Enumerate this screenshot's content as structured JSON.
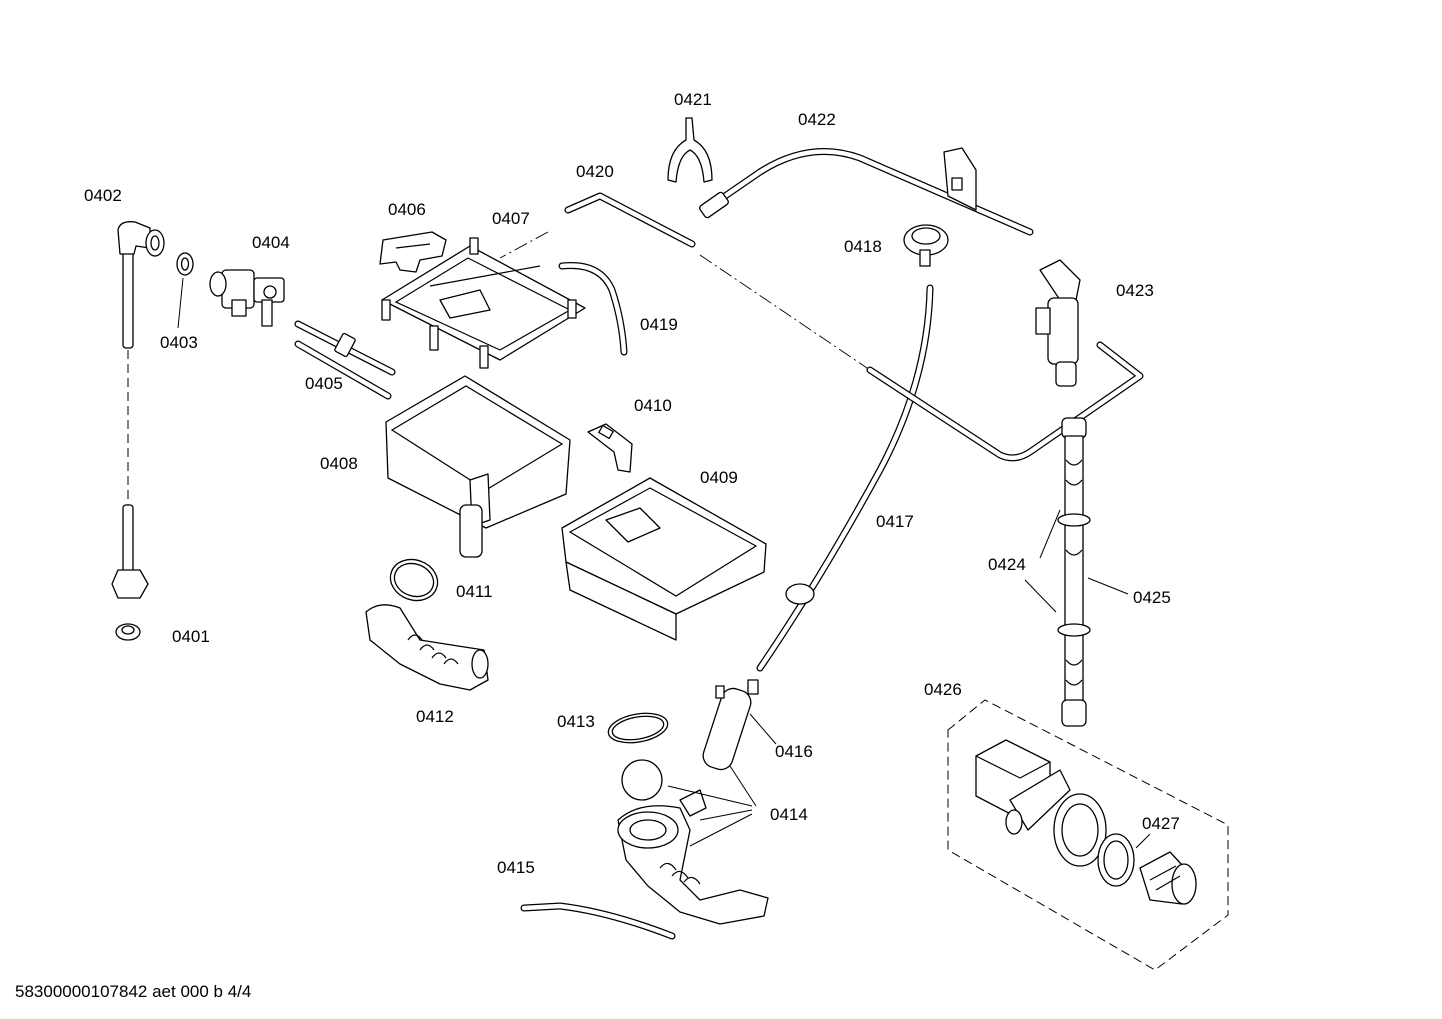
{
  "labels": {
    "p0401": "0401",
    "p0402": "0402",
    "p0403": "0403",
    "p0404": "0404",
    "p0405": "0405",
    "p0406": "0406",
    "p0407": "0407",
    "p0408": "0408",
    "p0409": "0409",
    "p0410": "0410",
    "p0411": "0411",
    "p0412": "0412",
    "p0413": "0413",
    "p0414": "0414",
    "p0415": "0415",
    "p0416": "0416",
    "p0417": "0417",
    "p0418": "0418",
    "p0419": "0419",
    "p0420": "0420",
    "p0421": "0421",
    "p0422": "0422",
    "p0423": "0423",
    "p0424": "0424",
    "p0425": "0425",
    "p0426": "0426",
    "p0427": "0427"
  },
  "footer": {
    "text": "58300000107842 aet 000 b 4/4"
  }
}
